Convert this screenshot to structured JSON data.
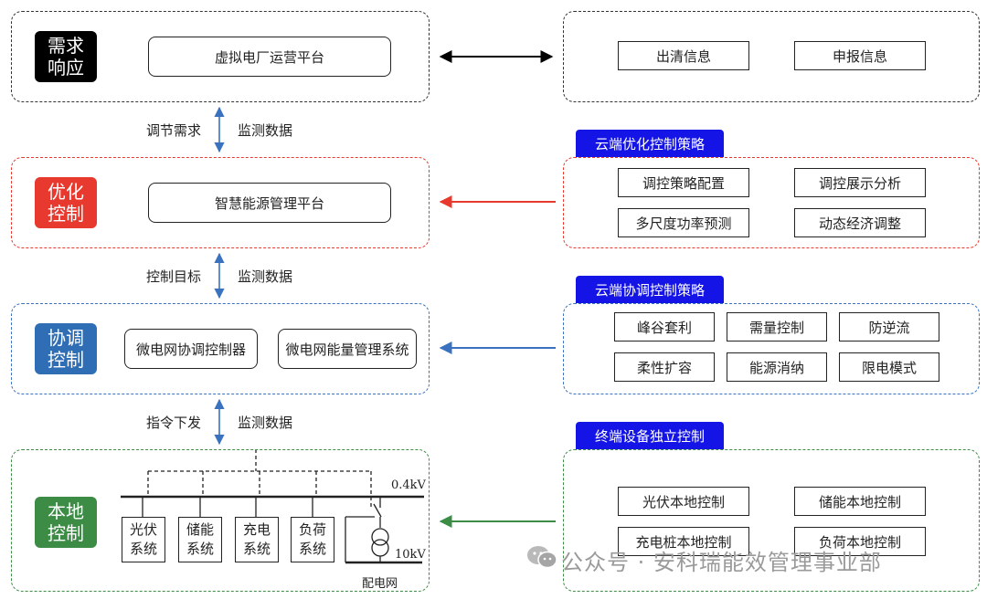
{
  "colors": {
    "demand": "#000000",
    "optimize": "#e8392e",
    "coordinate": "#2f6db5",
    "local": "#3c8c46",
    "cloud_tag": "#1414e6",
    "arrow_blue": "#3a72c0"
  },
  "layers": {
    "demand": {
      "badge": "需求\n响应",
      "platform": "虚拟电厂运营平台"
    },
    "optimize": {
      "badge": "优化\n控制",
      "platform": "智慧能源管理平台"
    },
    "coordinate": {
      "badge": "协调\n控制",
      "boxes": [
        "微电网协调控制器",
        "微电网能量管理系统"
      ]
    },
    "local": {
      "badge": "本地\n控制"
    }
  },
  "links": [
    {
      "left": "调节需求",
      "right": "监测数据"
    },
    {
      "left": "控制目标",
      "right": "监测数据"
    },
    {
      "left": "指令下发",
      "right": "监测数据"
    }
  ],
  "market": {
    "items": [
      "出清信息",
      "申报信息"
    ]
  },
  "cloud_optimize": {
    "tag": "云端优化控制策略",
    "items": [
      "调控策略配置",
      "调控展示分析",
      "多尺度功率预测",
      "动态经济调整"
    ]
  },
  "cloud_coordinate": {
    "tag": "云端协调控制策略",
    "items": [
      "峰谷套利",
      "需量控制",
      "防逆流",
      "柔性扩容",
      "能源消纳",
      "限电模式"
    ]
  },
  "terminal": {
    "tag": "终端设备独立控制",
    "items": [
      "光伏本地控制",
      "储能本地控制",
      "充电桩本地控制",
      "负荷本地控制"
    ]
  },
  "microgrid": {
    "systems": [
      "光伏\n系统",
      "储能\n系统",
      "充电\n系统",
      "负荷\n系统"
    ],
    "bus_voltage": "0.4kV",
    "grid_voltage": "10kV",
    "grid_label": "配电网"
  },
  "watermark": "公众号 · 安科瑞能效管理事业部"
}
